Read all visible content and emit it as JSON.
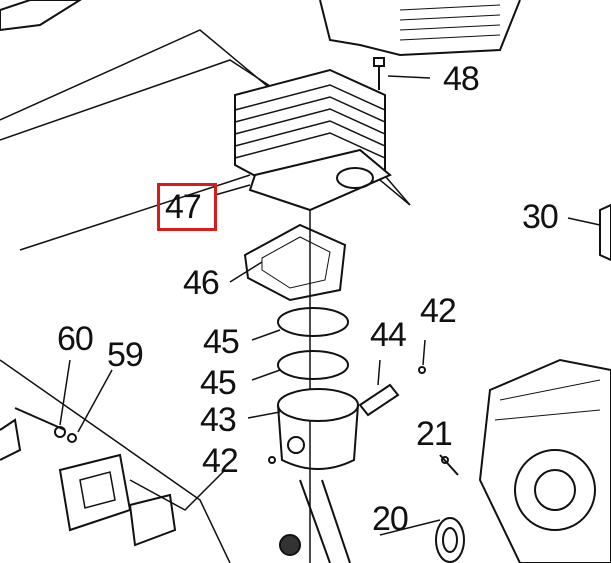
{
  "diagram": {
    "labels": {
      "p48": "48",
      "p47": "47",
      "p46": "46",
      "p45a": "45",
      "p45b": "45",
      "p43": "43",
      "p42a": "42",
      "p42b": "42",
      "p44": "44",
      "p21": "21",
      "p20": "20",
      "p30": "30",
      "p60": "60",
      "p59": "59"
    },
    "highlight_color": "#d81c1c"
  }
}
